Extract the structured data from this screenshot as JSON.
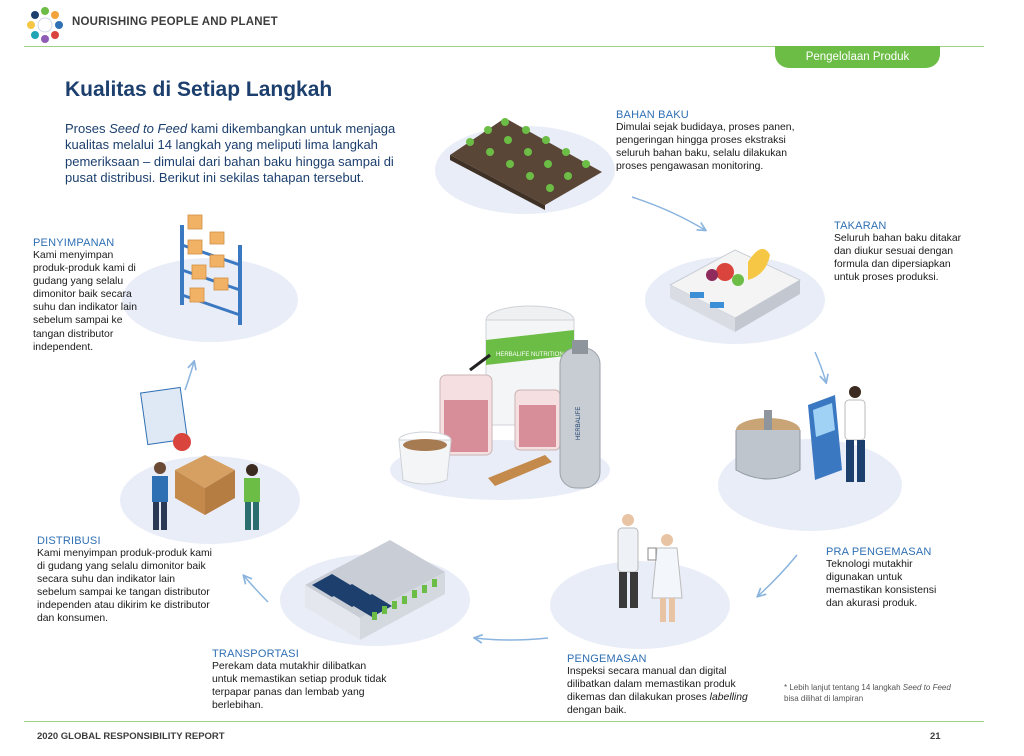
{
  "header": {
    "title": "NOURISHING PEOPLE AND PLANET",
    "tab": "Pengelolaan Produk"
  },
  "main": {
    "title": "Kualitas di Setiap Langkah",
    "intro": {
      "p1": "Proses ",
      "em": "Seed to Feed",
      "p2": " kami dikembangkan untuk menjaga kualitas melalui 14 langkah yang meliputi lima langkah pemeriksaan – dimulai dari bahan baku hingga sampai di pusat distribusi. Berikut ini sekilas tahapan tersebut."
    }
  },
  "steps": {
    "bahan_baku": {
      "label": "BAHAN BAKU",
      "text": "Dimulai sejak budidaya, proses panen, pengeringan hingga proses ekstraksi seluruh bahan baku, selalu dilakukan proses pengawasan monitoring."
    },
    "takaran": {
      "label": "TAKARAN",
      "text": "Seluruh bahan baku ditakar dan diukur sesuai dengan formula dan dipersiapkan untuk proses produksi."
    },
    "pra_pengemasan": {
      "label": "PRA PENGEMASAN",
      "text": "Teknologi mutakhir digunakan untuk memastikan konsistensi dan akurasi produk."
    },
    "pengemasan": {
      "label": "PENGEMASAN",
      "text1": "Inspeksi secara manual dan digital dilibatkan dalam memastikan produk dikemas dan dilakukan proses ",
      "em": "labelling",
      "text2": " dengan baik."
    },
    "transportasi": {
      "label": "TRANSPORTASI",
      "text": "Perekam data mutakhir dilibatkan untuk memastikan setiap produk tidak terpapar panas dan lembab yang berlebihan."
    },
    "distribusi": {
      "label": "DISTRIBUSI",
      "text": "Kami menyimpan produk-produk kami di gudang yang selalu dimonitor baik secara suhu dan indikator lain sebelum sampai ke tangan distributor independen atau dikirim ke distributor dan konsumen."
    },
    "penyimpanan": {
      "label": "PENYIMPANAN",
      "text": "Kami menyimpan produk-produk kami di gudang yang selalu dimonitor baik secara suhu dan indikator lain sebelum sampai ke tangan distributor independent."
    }
  },
  "product_labels": {
    "brand": "HERBALIFE NUTRITION",
    "bottle": "HERBALIFE"
  },
  "footnote": {
    "p1": "* Lebih lanjut tentang 14 langkah ",
    "em": "Seed to Feed",
    "p2": " bisa dilihat di lampiran"
  },
  "footer": {
    "report": "2020 GLOBAL RESPONSIBILITY REPORT",
    "page": "21"
  },
  "colors": {
    "green": "#6cbd45",
    "navy": "#1c3f6e",
    "label_blue": "#2f6fb3",
    "platform": "#e9edf7"
  }
}
